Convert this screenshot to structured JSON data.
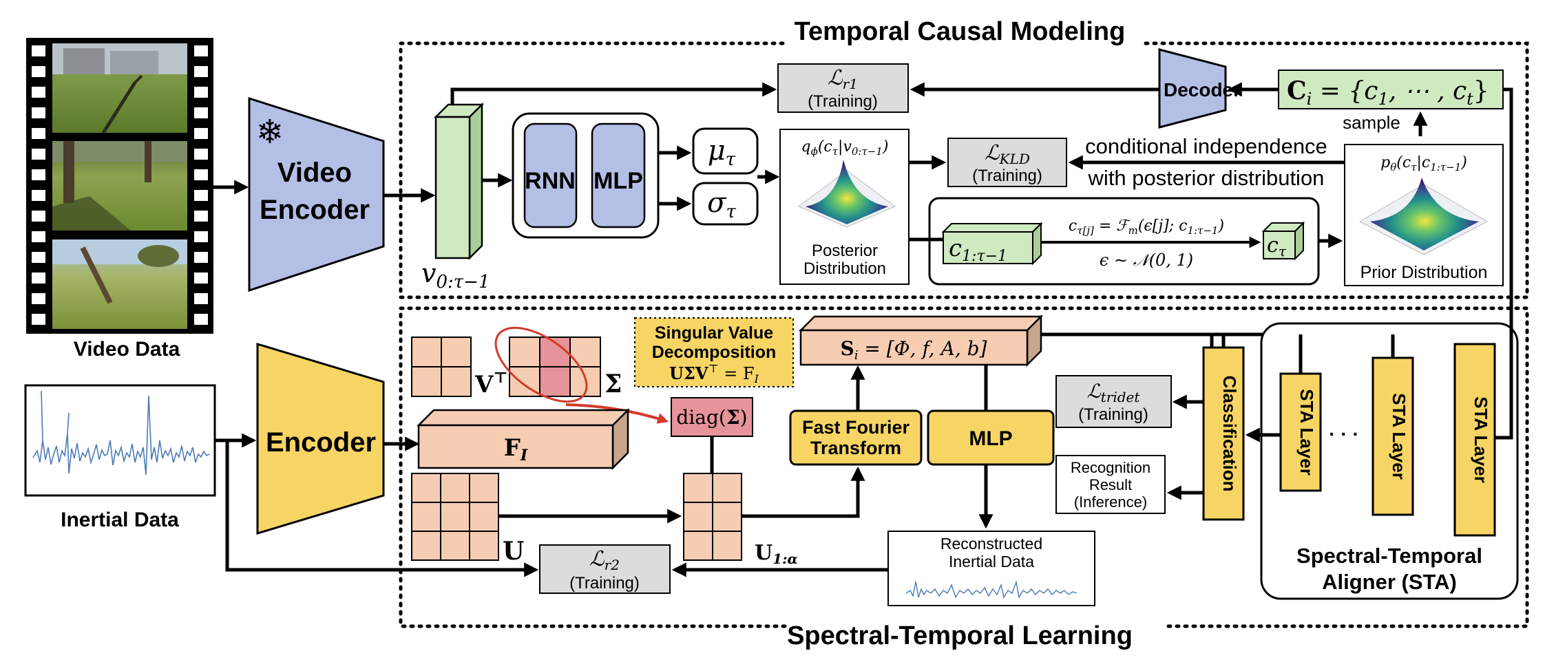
{
  "colors": {
    "blue": "#b4bfe6",
    "green": "#cfe9c1",
    "yellow": "#f7d564",
    "peach": "#f6cdb2",
    "pink": "#e6939a",
    "gray": "#dcdcdc",
    "red": "#d23a2a",
    "signal": "#4a7ab8"
  },
  "sections": {
    "temporal_title": "Temporal Causal Modeling",
    "spectral_title": "Spectral-Temporal Learning"
  },
  "video": {
    "caption": "Video Data",
    "encoder_line1": "Video",
    "encoder_line2": "Encoder",
    "frozen_icon": "snowflake-icon",
    "feature_label": "v",
    "feature_sub": "0:τ−1"
  },
  "rnn_mlp": {
    "rnn": "RNN",
    "mlp": "MLP"
  },
  "stats": {
    "mu": "μ",
    "mu_sub": "τ",
    "sigma": "σ",
    "sigma_sub": "τ"
  },
  "posterior": {
    "formula": "q",
    "formula_sub": "ϕ",
    "formula_arg": "(c",
    "formula_arg_sub": "τ",
    "formula_mid": "|v",
    "formula_mid_sub": "0:τ−1",
    "formula_end": ")",
    "label1": "Posterior",
    "label2": "Distribution"
  },
  "losses": {
    "lr1_main": "ℒ",
    "lr1_sub": "r1",
    "lkld_main": "ℒ",
    "lkld_sub": "KLD",
    "lr2_main": "ℒ",
    "lr2_sub": "r2",
    "ltridet_main": "ℒ",
    "ltridet_sub": "tridet",
    "training": "(Training)"
  },
  "decoder": {
    "label": "Decoder",
    "c_set_prefix": "C",
    "c_set_sub": "i",
    "c_set_rest": " = {c",
    "c_set_rest_sub": "1",
    "c_set_tail": ", ⋯ , c",
    "c_set_tail_sub": "t",
    "c_set_end": "}",
    "sample": "sample"
  },
  "independence": {
    "line1": "conditional independence",
    "line2": "with posterior distribution"
  },
  "prior": {
    "formula": "p",
    "formula_sub": "θ",
    "formula_arg": "(c",
    "formula_arg_sub": "τ",
    "formula_mid": "|c",
    "formula_mid_sub": "1:τ−1",
    "formula_end": ")",
    "label": "Prior Distribution"
  },
  "transition": {
    "c_prev": "c",
    "c_prev_sub": "1:τ−1",
    "c_tau": "c",
    "c_tau_sub": "τ",
    "eq_top": "c",
    "eq_top_sub": "τ[j]",
    "eq_top_rest": " = ℱ",
    "eq_top_rest_sub": "m",
    "eq_top_end": "(ϵ[j]; c",
    "eq_top_end_sub": "1:τ−1",
    "eq_top_close": ")",
    "eq_bottom": "ϵ ∼ 𝒩(0, 1)"
  },
  "inertial": {
    "caption": "Inertial Data",
    "encoder": "Encoder",
    "fi": "F",
    "fi_sub": "I",
    "u": "U",
    "v_t": "V",
    "v_t_sup": "⊤",
    "sigma": "Σ",
    "diag": "diag(",
    "diag_sigma": "Σ",
    "diag_close": ")",
    "u_alpha": "U",
    "u_alpha_sub": "1:α"
  },
  "svd": {
    "line1": "Singular Value",
    "line2": "Decomposition",
    "eq": "UΣV",
    "eq_sup": "⊤",
    "eq_rest": " = F",
    "eq_rest_sub": "I"
  },
  "fft": {
    "line1": "Fast Fourier",
    "line2": "Transform"
  },
  "mlp2": "MLP",
  "si": {
    "prefix": "S",
    "prefix_sub": "i",
    "rest": " = [Φ, f, A, b]"
  },
  "reconstructed": {
    "line1": "Reconstructed",
    "line2": "Inertial Data"
  },
  "classification": "Classification",
  "recognition": {
    "line1": "Recognition",
    "line2": "Result",
    "line3": "(Inference)"
  },
  "sta": {
    "layer": "STA Layer",
    "dots": "· · ·",
    "title1": "Spectral-Temporal",
    "title2": "Aligner  (STA)"
  }
}
